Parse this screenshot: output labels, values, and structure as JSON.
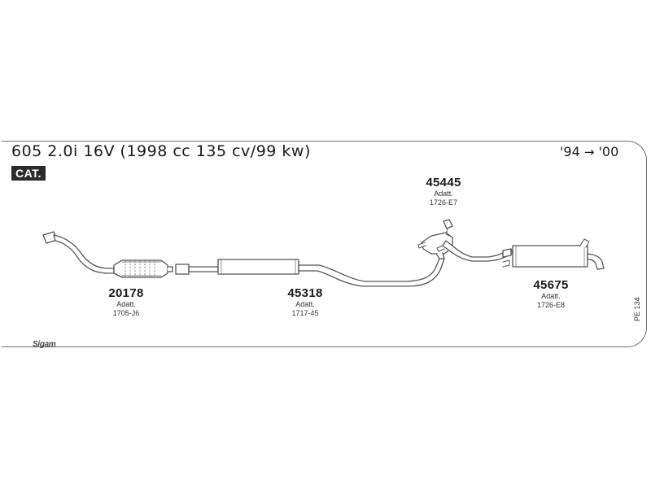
{
  "header": {
    "title": "605 2.0i 16V (1998 cc 135 cv/99 kw)",
    "years_from": "'94",
    "years_arrow": "→",
    "years_to": "'00",
    "badge": "CAT."
  },
  "parts": [
    {
      "number": "20178",
      "note1": "Adatt.",
      "note2": "1705-J6"
    },
    {
      "number": "45318",
      "note1": "Adatt.",
      "note2": "1717-45"
    },
    {
      "number": "45445",
      "note1": "Adatt.",
      "note2": "1726-E7"
    },
    {
      "number": "45675",
      "note1": "Adatt.",
      "note2": "1726-E8"
    }
  ],
  "page_ref": "PE 134",
  "brand": "Sigam"
}
